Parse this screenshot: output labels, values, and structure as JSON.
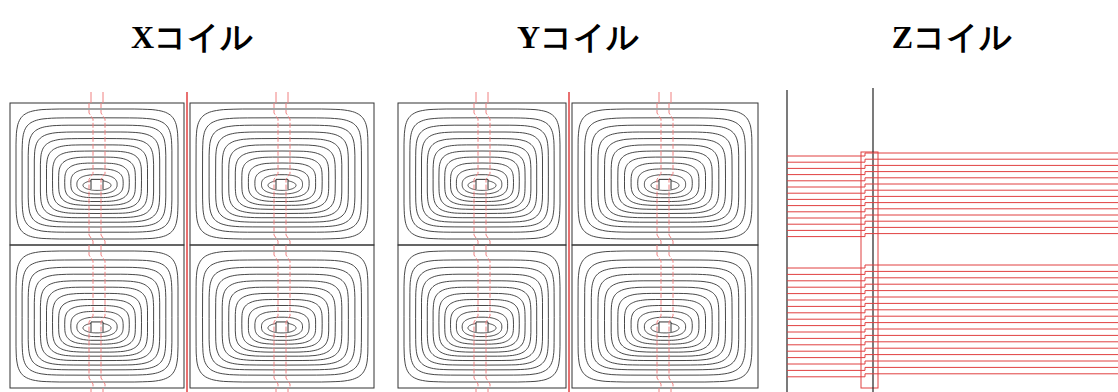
{
  "diagram": {
    "labels": [
      "Xコイル",
      "Yコイル",
      "Zコイル"
    ]
  }
}
